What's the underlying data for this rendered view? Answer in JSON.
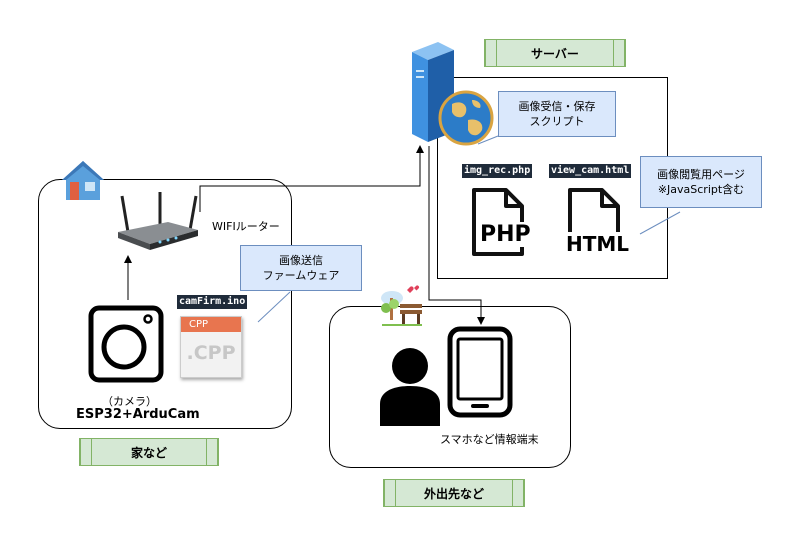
{
  "labels": {
    "server": "サーバー",
    "home": "家など",
    "outside": "外出先など",
    "router": "WIFIルーター",
    "camera": "（カメラ）",
    "board": "ESP32+ArduCam",
    "terminal": "スマホなど情報端末",
    "php_file": "img_rec.php",
    "html_file": "view_cam.html",
    "firmware_file": "camFirm.ino",
    "php_icon_text": "PHP",
    "html_icon_text": "HTML",
    "cpp_tab": "CPP",
    "cpp_ext": ".CPP"
  },
  "callouts": {
    "server_script": [
      "画像受信・保存",
      "スクリプト"
    ],
    "viewer_page": [
      "画像閲覧用ページ",
      "※JavaScript含む"
    ],
    "firmware": [
      "画像送信",
      "ファームウェア"
    ]
  },
  "colors": {
    "tag_fill": "#d5e8d4",
    "tag_border": "#82b366",
    "callout_fill": "#dae8fc",
    "callout_border": "#6c8ebf",
    "code_bg": "#1f2b3a",
    "server_blue": "#2f7fd0"
  },
  "icons": [
    "house-icon",
    "router-icon",
    "camera-icon",
    "cpp-file-icon",
    "server-icon",
    "globe-icon",
    "php-file-icon",
    "html-file-icon",
    "person-icon",
    "smartphone-icon",
    "park-icon"
  ]
}
